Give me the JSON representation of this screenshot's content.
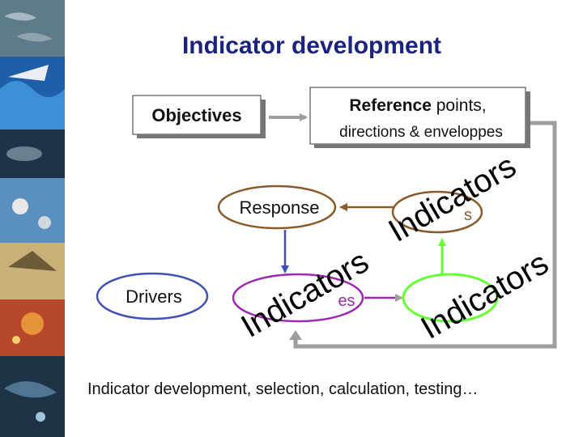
{
  "title": "Indicator development",
  "caption": "Indicator development, selection, calculation, testing…",
  "nodes": {
    "objectives": "Objectives",
    "reference_main": "Reference",
    "reference_rest": " points,",
    "reference_line2": "directions & enveloppes",
    "response": "Response",
    "drivers": "Drivers",
    "pressures_partial": "es",
    "state_partial": "s"
  },
  "overlay_word": "Indicators",
  "colors": {
    "title": "#1a237e",
    "brown": "#8b5a2b",
    "purple": "#9c27b0",
    "green": "#66ff33",
    "gray_arrow": "#9e9e9e",
    "brown_arrow": "#8b5a2b",
    "blue_arrow": "#3f51b5"
  }
}
